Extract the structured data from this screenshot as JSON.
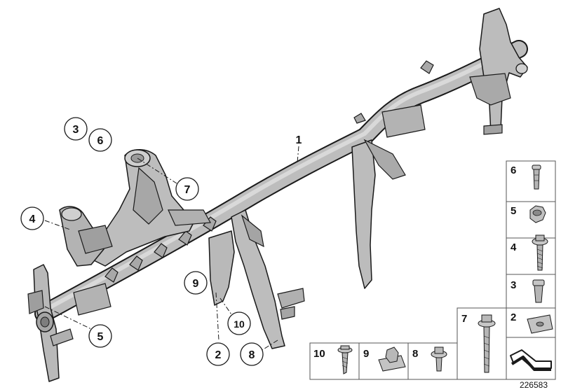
{
  "callouts": {
    "c1": "1",
    "c2": "2",
    "c3": "3",
    "c4": "4",
    "c5": "5",
    "c6": "6",
    "c7": "7",
    "c8": "8",
    "c9": "9",
    "c10": "10"
  },
  "legend": {
    "p6": "6",
    "p5": "5",
    "p4": "4",
    "p3": "3",
    "p2": "2",
    "p7": "7",
    "p8": "8",
    "p9": "9",
    "p10": "10"
  },
  "reference_number": "226583",
  "colors": {
    "part_fill": "#b9b9b9",
    "part_shade": "#8f8f8f",
    "outline": "#1a1a1a"
  }
}
